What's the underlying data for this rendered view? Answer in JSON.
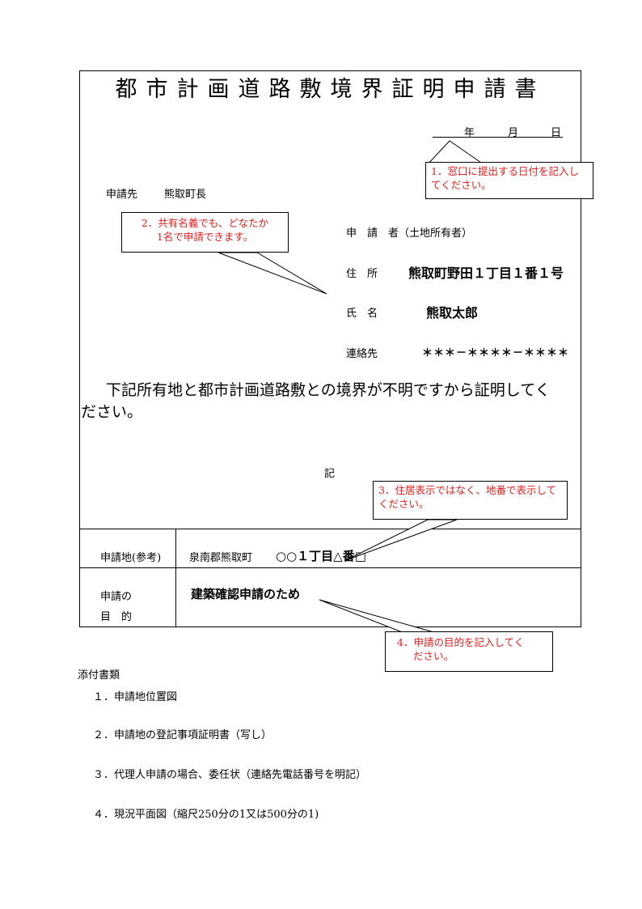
{
  "title": "都市計画道路敷境界証明申請書",
  "date": {
    "year": "年",
    "month": "月",
    "day": "日"
  },
  "addressee": {
    "label": "申請先",
    "value": "熊取町長"
  },
  "applicant": {
    "heading": "申　請　者（土地所有者）",
    "address_label": "住　所",
    "address_value": "熊取町野田１丁目１番１号",
    "name_label": "氏　名",
    "name_value": "熊取太郎",
    "contact_label": "連絡先",
    "contact_value": "＊＊＊－＊＊＊＊－＊＊＊＊"
  },
  "statement_line1": "下記所有地と都市計画道路敷との境界が不明ですから証明してく",
  "statement_line2": "ださい。",
  "ki": "記",
  "table": {
    "site_label": "申請地(参考)",
    "site_prefix": "泉南郡熊取町",
    "site_value": "○○１丁目△番□",
    "purpose_label_1": "申請の",
    "purpose_label_2": "目　的",
    "purpose_value": "建築確認申請のため"
  },
  "callouts": {
    "c1": "1．窓口に提出する日付を記入してください。",
    "c2_line1": "2．共有名義でも、どなたか",
    "c2_line2": "1名で申請できます。",
    "c3": "3．住居表示ではなく、地番で表示してください。",
    "c4_line1": "4．申請の目的を記入してく",
    "c4_line2": "ださい。"
  },
  "attachments": {
    "heading": "添付書類",
    "items": [
      "１．申請地位置図",
      "２．申請地の登記事項証明書（写し）",
      "３．代理人申請の場合、委任状（連絡先電話番号を明記）",
      "４．現況平面図（縮尺250分の1又は500分の1)"
    ]
  },
  "colors": {
    "callout_text": "#e0201e",
    "line": "#000000"
  }
}
